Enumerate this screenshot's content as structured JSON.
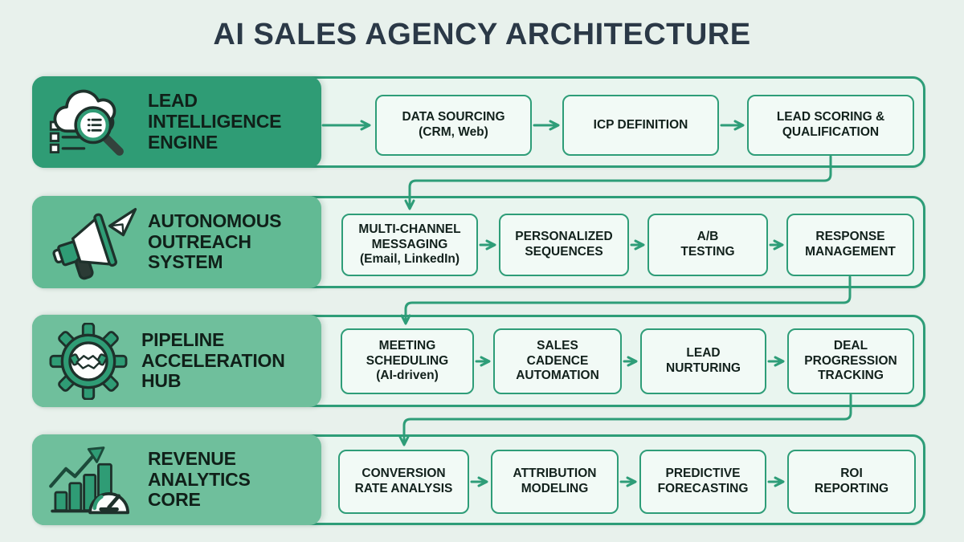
{
  "title": "AI SALES AGENCY ARCHITECTURE",
  "colors": {
    "background": "#e8f1ec",
    "panel_fill": "#e9f5ef",
    "node_fill": "#f2faf6",
    "accent_green": "#2e9d78",
    "band_dark_green": "#2f9c75",
    "band_medium_green": "#62ba94",
    "band_light_green": "#6fbf9c",
    "title_text": "#2b3947",
    "label_text": "#12211c"
  },
  "rows": [
    {
      "title": "LEAD\nINTELLIGENCE\nENGINE",
      "icon": "cloud-search-icon",
      "boxes": [
        {
          "label": "DATA SOURCING\n(CRM, Web)"
        },
        {
          "label": "ICP DEFINITION"
        },
        {
          "label": "LEAD SCORING &\nQUALIFICATION"
        }
      ]
    },
    {
      "title": "AUTONOMOUS\nOUTREACH\nSYSTEM",
      "icon": "megaphone-plane-icon",
      "boxes": [
        {
          "label": "MULTI-CHANNEL\nMESSAGING\n(Email, LinkedIn)"
        },
        {
          "label": "PERSONALIZED\nSEQUENCES"
        },
        {
          "label": "A/B\nTESTING"
        },
        {
          "label": "RESPONSE\nMANAGEMENT"
        }
      ]
    },
    {
      "title": "PIPELINE\nACCELERATION\nHUB",
      "icon": "gear-handshake-icon",
      "boxes": [
        {
          "label": "MEETING\nSCHEDULING\n(AI-driven)"
        },
        {
          "label": "SALES\nCADENCE\nAUTOMATION"
        },
        {
          "label": "LEAD\nNURTURING"
        },
        {
          "label": "DEAL\nPROGRESSION\nTRACKING"
        }
      ]
    },
    {
      "title": "REVENUE\nANALYTICS\nCORE",
      "icon": "chart-gauge-icon",
      "boxes": [
        {
          "label": "CONVERSION\nRATE ANALYSIS"
        },
        {
          "label": "ATTRIBUTION\nMODELING"
        },
        {
          "label": "PREDICTIVE\nFORECASTING"
        },
        {
          "label": "ROI\nREPORTING"
        }
      ]
    }
  ]
}
